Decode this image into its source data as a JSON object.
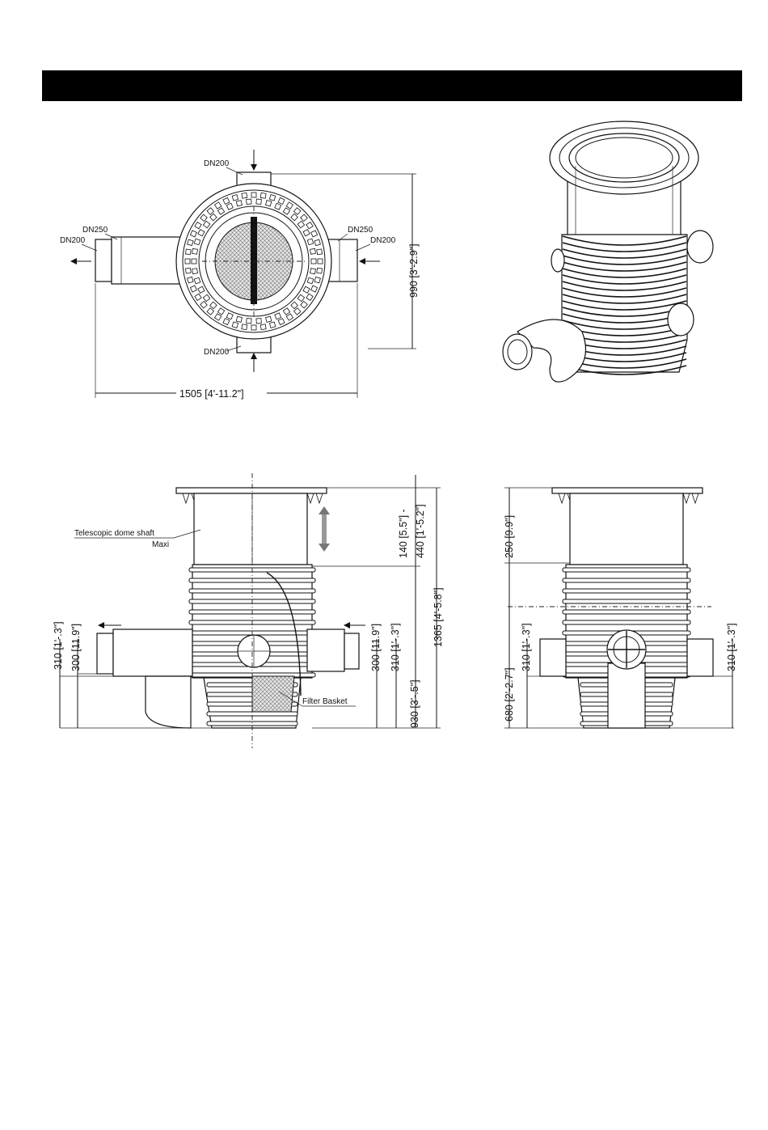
{
  "header": {
    "title": ""
  },
  "top_view": {
    "labels": {
      "dn200_top": "DN200",
      "dn250_left": "DN250",
      "dn200_left": "DN200",
      "dn250_right": "DN250",
      "dn200_right": "DN200",
      "dn200_bottom": "DN200"
    },
    "dims": {
      "height": "990 [3'-2.9\"]",
      "width": "1505 [4'-11.2\"]"
    }
  },
  "side_view": {
    "labels": {
      "shaft": "Telescopic dome shaft",
      "shaft_sub": "Maxi",
      "filter": "Filter Basket"
    },
    "dims": {
      "left_310": "310 [1'-.3\"]",
      "left_300": "300 [11.9\"]",
      "right_300": "300 [11.9\"]",
      "right_310": "310 [1'-.3\"]",
      "right_930": "930 [3'-.5\"]",
      "shaft_range_a": "140 [5.5\"] -",
      "shaft_range_b": "440 [1'-5.2\"]",
      "total": "1365 [4'-5.8\"]"
    }
  },
  "front_view": {
    "dims": {
      "top_250": "250 [9.9\"]",
      "left_680": "680 [2'-2.7\"]",
      "left_310": "310 [1'-.3\"]",
      "right_310": "310 [1'-.3\"]"
    }
  }
}
